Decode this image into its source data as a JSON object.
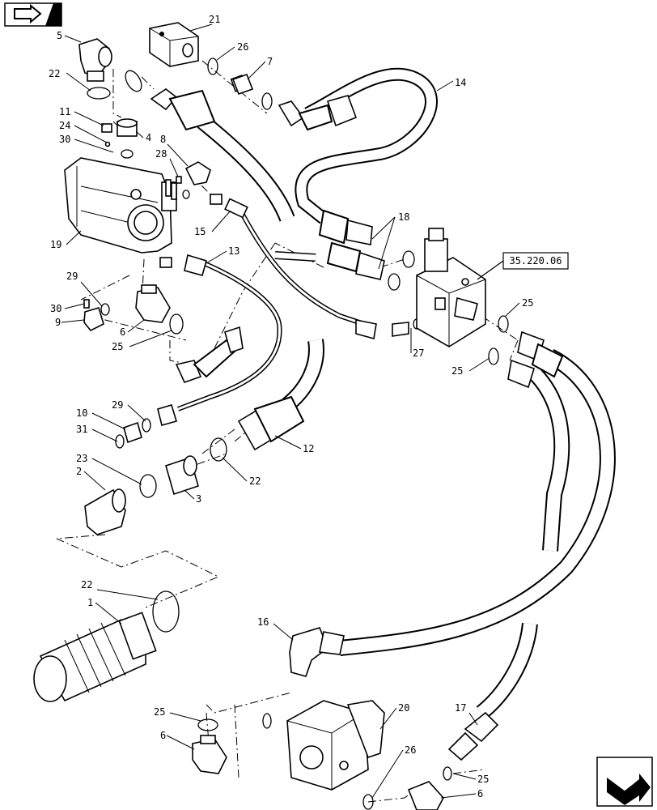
{
  "nav": {
    "top_icon": "previous-page-arrow-icon",
    "bottom_icon": "next-page-arrow-icon"
  },
  "reference_box": "35.220.06",
  "callouts": {
    "c1": "1",
    "c2": "2",
    "c3": "3",
    "c4": "4",
    "c5": "5",
    "c6a": "6",
    "c6b": "6",
    "c6c": "6",
    "c7": "7",
    "c8": "8",
    "c9": "9",
    "c10": "10",
    "c11": "11",
    "c12": "12",
    "c13": "13",
    "c14": "14",
    "c15": "15",
    "c16": "16",
    "c17": "17",
    "c18": "18",
    "c19": "19",
    "c20": "20",
    "c21": "21",
    "c22a": "22",
    "c22b": "22",
    "c22c": "22",
    "c23": "23",
    "c24": "24",
    "c25a": "25",
    "c25b": "25",
    "c25c": "25",
    "c25d": "25",
    "c25e": "25",
    "c26a": "26",
    "c26b": "26",
    "c27": "27",
    "c28": "28",
    "c29a": "29",
    "c29b": "29",
    "c30a": "30",
    "c30b": "30",
    "c31": "31"
  }
}
